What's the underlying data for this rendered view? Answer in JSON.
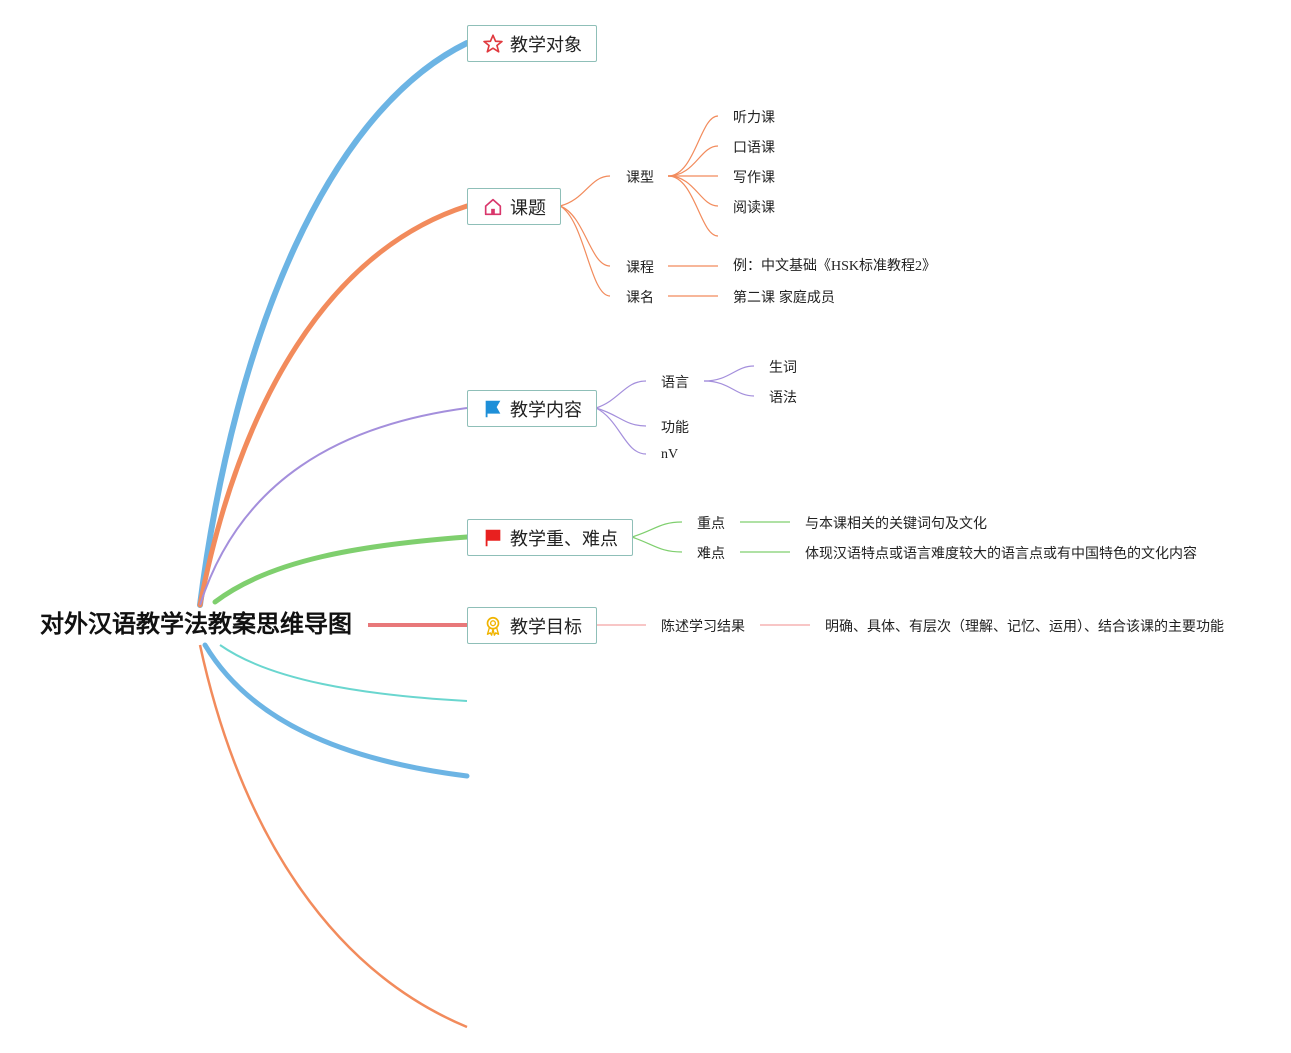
{
  "root": {
    "title": "对外汉语教学法教案思维导图"
  },
  "topics": {
    "t1": {
      "label": "教学对象",
      "icon": "star-icon"
    },
    "t2": {
      "label": "课题",
      "icon": "house-icon",
      "course_type": {
        "label": "课型",
        "items": [
          "听力课",
          "口语课",
          "写作课",
          "阅读课"
        ]
      },
      "course": {
        "label": "课程",
        "value": "例：中文基础《HSK标准教程2》"
      },
      "lesson": {
        "label": "课名",
        "value": "第二课 家庭成员"
      }
    },
    "t3": {
      "label": "教学内容",
      "icon": "blue-flag-icon",
      "language": {
        "label": "语言",
        "items": [
          "生词",
          "语法"
        ]
      },
      "function": "功能",
      "nv": "nV"
    },
    "t4": {
      "label": "教学重、难点",
      "icon": "red-flag-icon",
      "key": {
        "label": "重点",
        "value": "与本课相关的关键词句及文化"
      },
      "difficult": {
        "label": "难点",
        "value": "体现汉语特点或语言难度较大的语言点或有中国特色的文化内容"
      }
    },
    "t5": {
      "label": "教学目标",
      "icon": "award-ribbon-icon",
      "result": {
        "label": "陈述学习结果",
        "value": "明确、具体、有层次（理解、记忆、运用）、结合该课的主要功能"
      }
    }
  },
  "colors": {
    "blue": "#6cb4e4",
    "orange": "#f28b5c",
    "purple": "#a48fdc",
    "green": "#7fcf6e",
    "red": "#e8787a",
    "teal": "#6ad6cf",
    "node_border": "#8fbfb8"
  }
}
